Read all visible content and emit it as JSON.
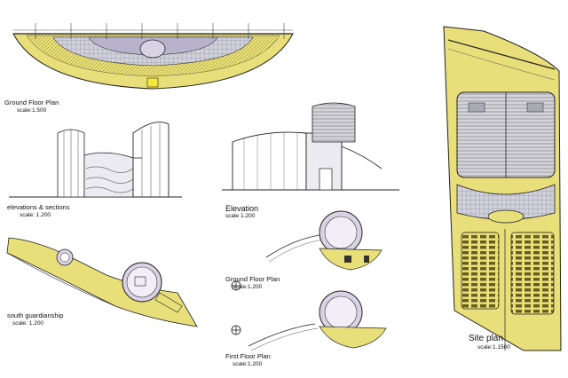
{
  "drawings": [
    {
      "id": "ground_floor_plan",
      "title": "Ground Floor Plan",
      "scale": "scale:1.500"
    },
    {
      "id": "elevations_sections",
      "title": "elevations & sections",
      "scale": "scale: 1.200"
    },
    {
      "id": "elevation",
      "title": "Elevation",
      "scale": "scale 1.200"
    },
    {
      "id": "ground_floor_plan_small",
      "title": "Ground Floor Plan",
      "scale": "scale:1.200"
    },
    {
      "id": "south_guardianship",
      "title": "south guardianship",
      "scale": "scale: 1.200"
    },
    {
      "id": "first_floor_plan",
      "title": "First Floor Plan",
      "scale": "scale:1.200"
    },
    {
      "id": "site_plan",
      "title": "Site plan",
      "scale": "scale:1.1500"
    }
  ],
  "colors": {
    "fill_yellow": "#e8df7a",
    "line": "#222222",
    "roof_grey": "#c9c9cf",
    "plan_purple": "#d8d2e4"
  }
}
